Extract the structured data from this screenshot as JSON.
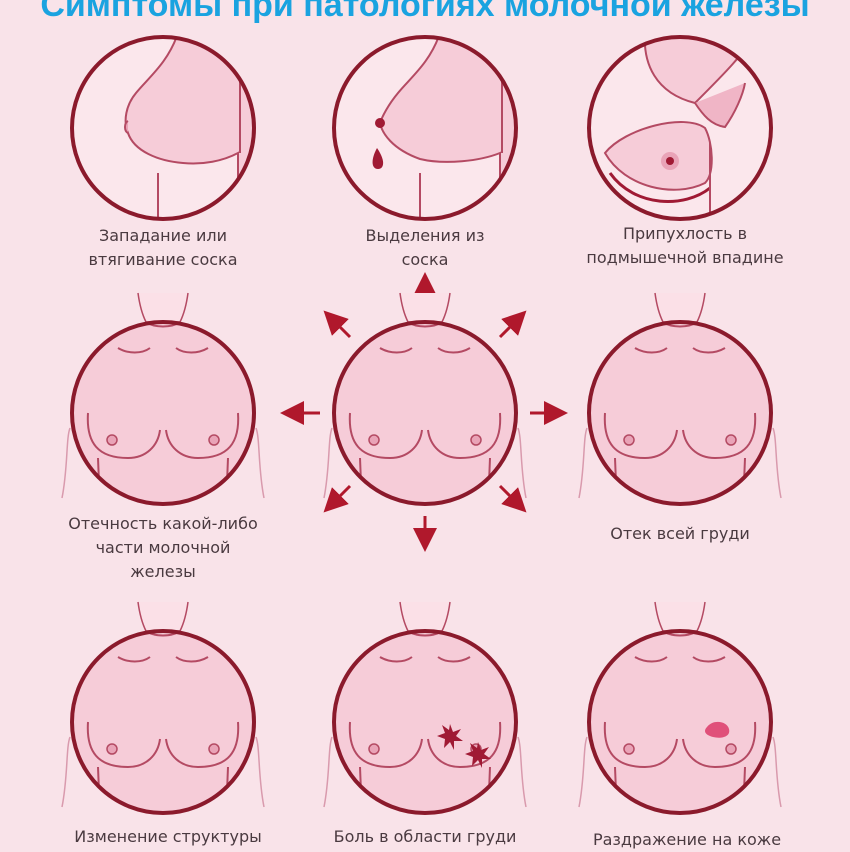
{
  "title": "Симптомы при патологиях молочной железы",
  "colors": {
    "background": "#f9e3e9",
    "ring": "#8b1a2c",
    "skin": "#f6ccd8",
    "line": "#b44a63",
    "title": "#1aa3e0",
    "arrow": "#b0182c"
  },
  "symptoms": [
    {
      "line1": "Западание или",
      "line2": "втягивание соска"
    },
    {
      "line1": "Выделения из",
      "line2": "соска"
    },
    {
      "line1": "Припухлость в",
      "line2": "подмышечной впадине"
    },
    {
      "line1": "Отечность какой-либо",
      "line2": "части молочной",
      "line3": "железы"
    },
    {
      "line1": "Отек всей груди"
    },
    {
      "line1": "Изменение структуры"
    },
    {
      "line1": "Боль в области груди"
    },
    {
      "line1": "Раздражение на коже"
    }
  ]
}
